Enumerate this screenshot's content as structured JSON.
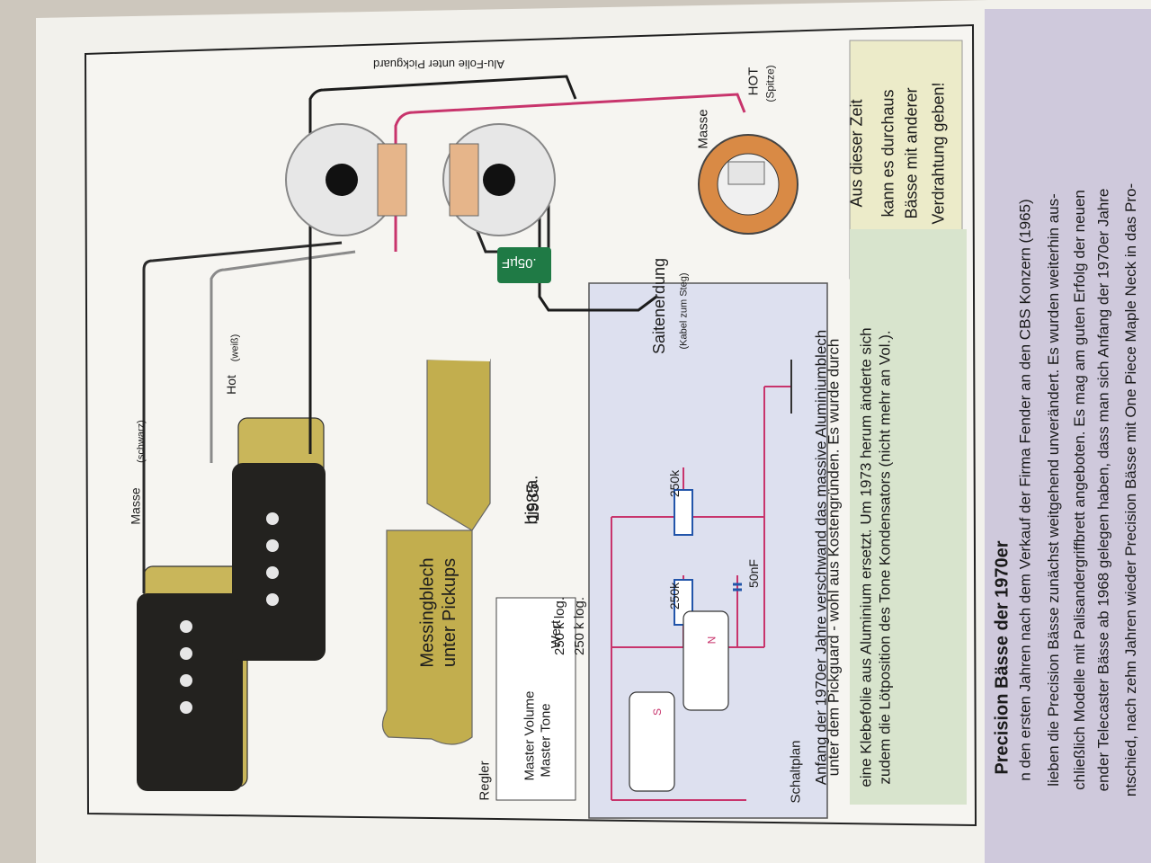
{
  "labels": {
    "alu_folie": "Alu-Folie unter Pickguard",
    "hot": "HOT",
    "spitze": "(Spitze)",
    "masse_jack": "Masse",
    "masse_schwarz": "Masse",
    "masse_schwarz_sub": "(schwarz)",
    "hot_weiss": "Hot",
    "hot_weiss_sub": "(weiß)",
    "cap": ".05µF",
    "saitenerdung": "Saitenerdung",
    "saitenerdung_sub": "(Kabel zum Steg)",
    "messingblech": "Messingblech",
    "unter_pickups": "unter Pickups",
    "bis_ca": "bis ca.",
    "year": "1985",
    "schaltplan": "Schaltplan",
    "r_250k_1": "250k",
    "r_250k_2": "250k",
    "c_50nf": "50nF",
    "pole_s": "S",
    "pole_n": "N"
  },
  "table": {
    "headers": [
      "Regler",
      "Wert"
    ],
    "rows": [
      [
        "Master Volume",
        "250 k log."
      ],
      [
        "Master Tone",
        "250 k log."
      ]
    ]
  },
  "note_box": [
    "Aus dieser Zeit",
    "kann es durchaus",
    "Bässe mit anderer",
    "Verdrahtung geben!"
  ],
  "info_box": [
    "Anfang der 1970er Jahre verschwand das massive Aluminiumblech",
    "unter dem Pickguard - wohl aus Kostengründen. Es wurde durch",
    "eine Klebefolie aus Aluminium ersetzt. Um 1973 herum änderte sich",
    "zudem die Lötposition des Tone Kondensators (nicht mehr an Vol.)."
  ],
  "article": {
    "heading": "Precision Bässe der 1970er",
    "lines": [
      "n den ersten Jahren nach dem Verkauf der Firma Fender an den CBS Konzern (1965)",
      "lieben die Precision Bässe zunächst weitgehend unverändert. Es wurden weiterhin aus-",
      "chließlich Modelle mit Palisandergriffbrett angeboten. Es mag am guten Erfolg der neuen",
      "ender Telecaster Bässe ab 1968 gelegen haben, dass man sich Anfang der 1970er Jahre",
      "ntschied, nach zehn Jahren wieder Precision Bässe mit One Piece Maple Neck in das Pro-"
    ]
  },
  "colors": {
    "paper": "#f3f2ee",
    "pickup_black": "#23221f",
    "brass": "#c2ae4e",
    "hot_wire": "#c8346c",
    "ground_wire": "#1c1c1c",
    "cap_green": "#1f7a45",
    "schematic_bg": "#dde0ef",
    "note_bg": "#ecebc9",
    "info_bg": "#d8e4cd",
    "article_bg": "#cfc9dc"
  },
  "icons": [
    "pickup-coil",
    "potentiometer",
    "output-jack",
    "capacitor"
  ]
}
